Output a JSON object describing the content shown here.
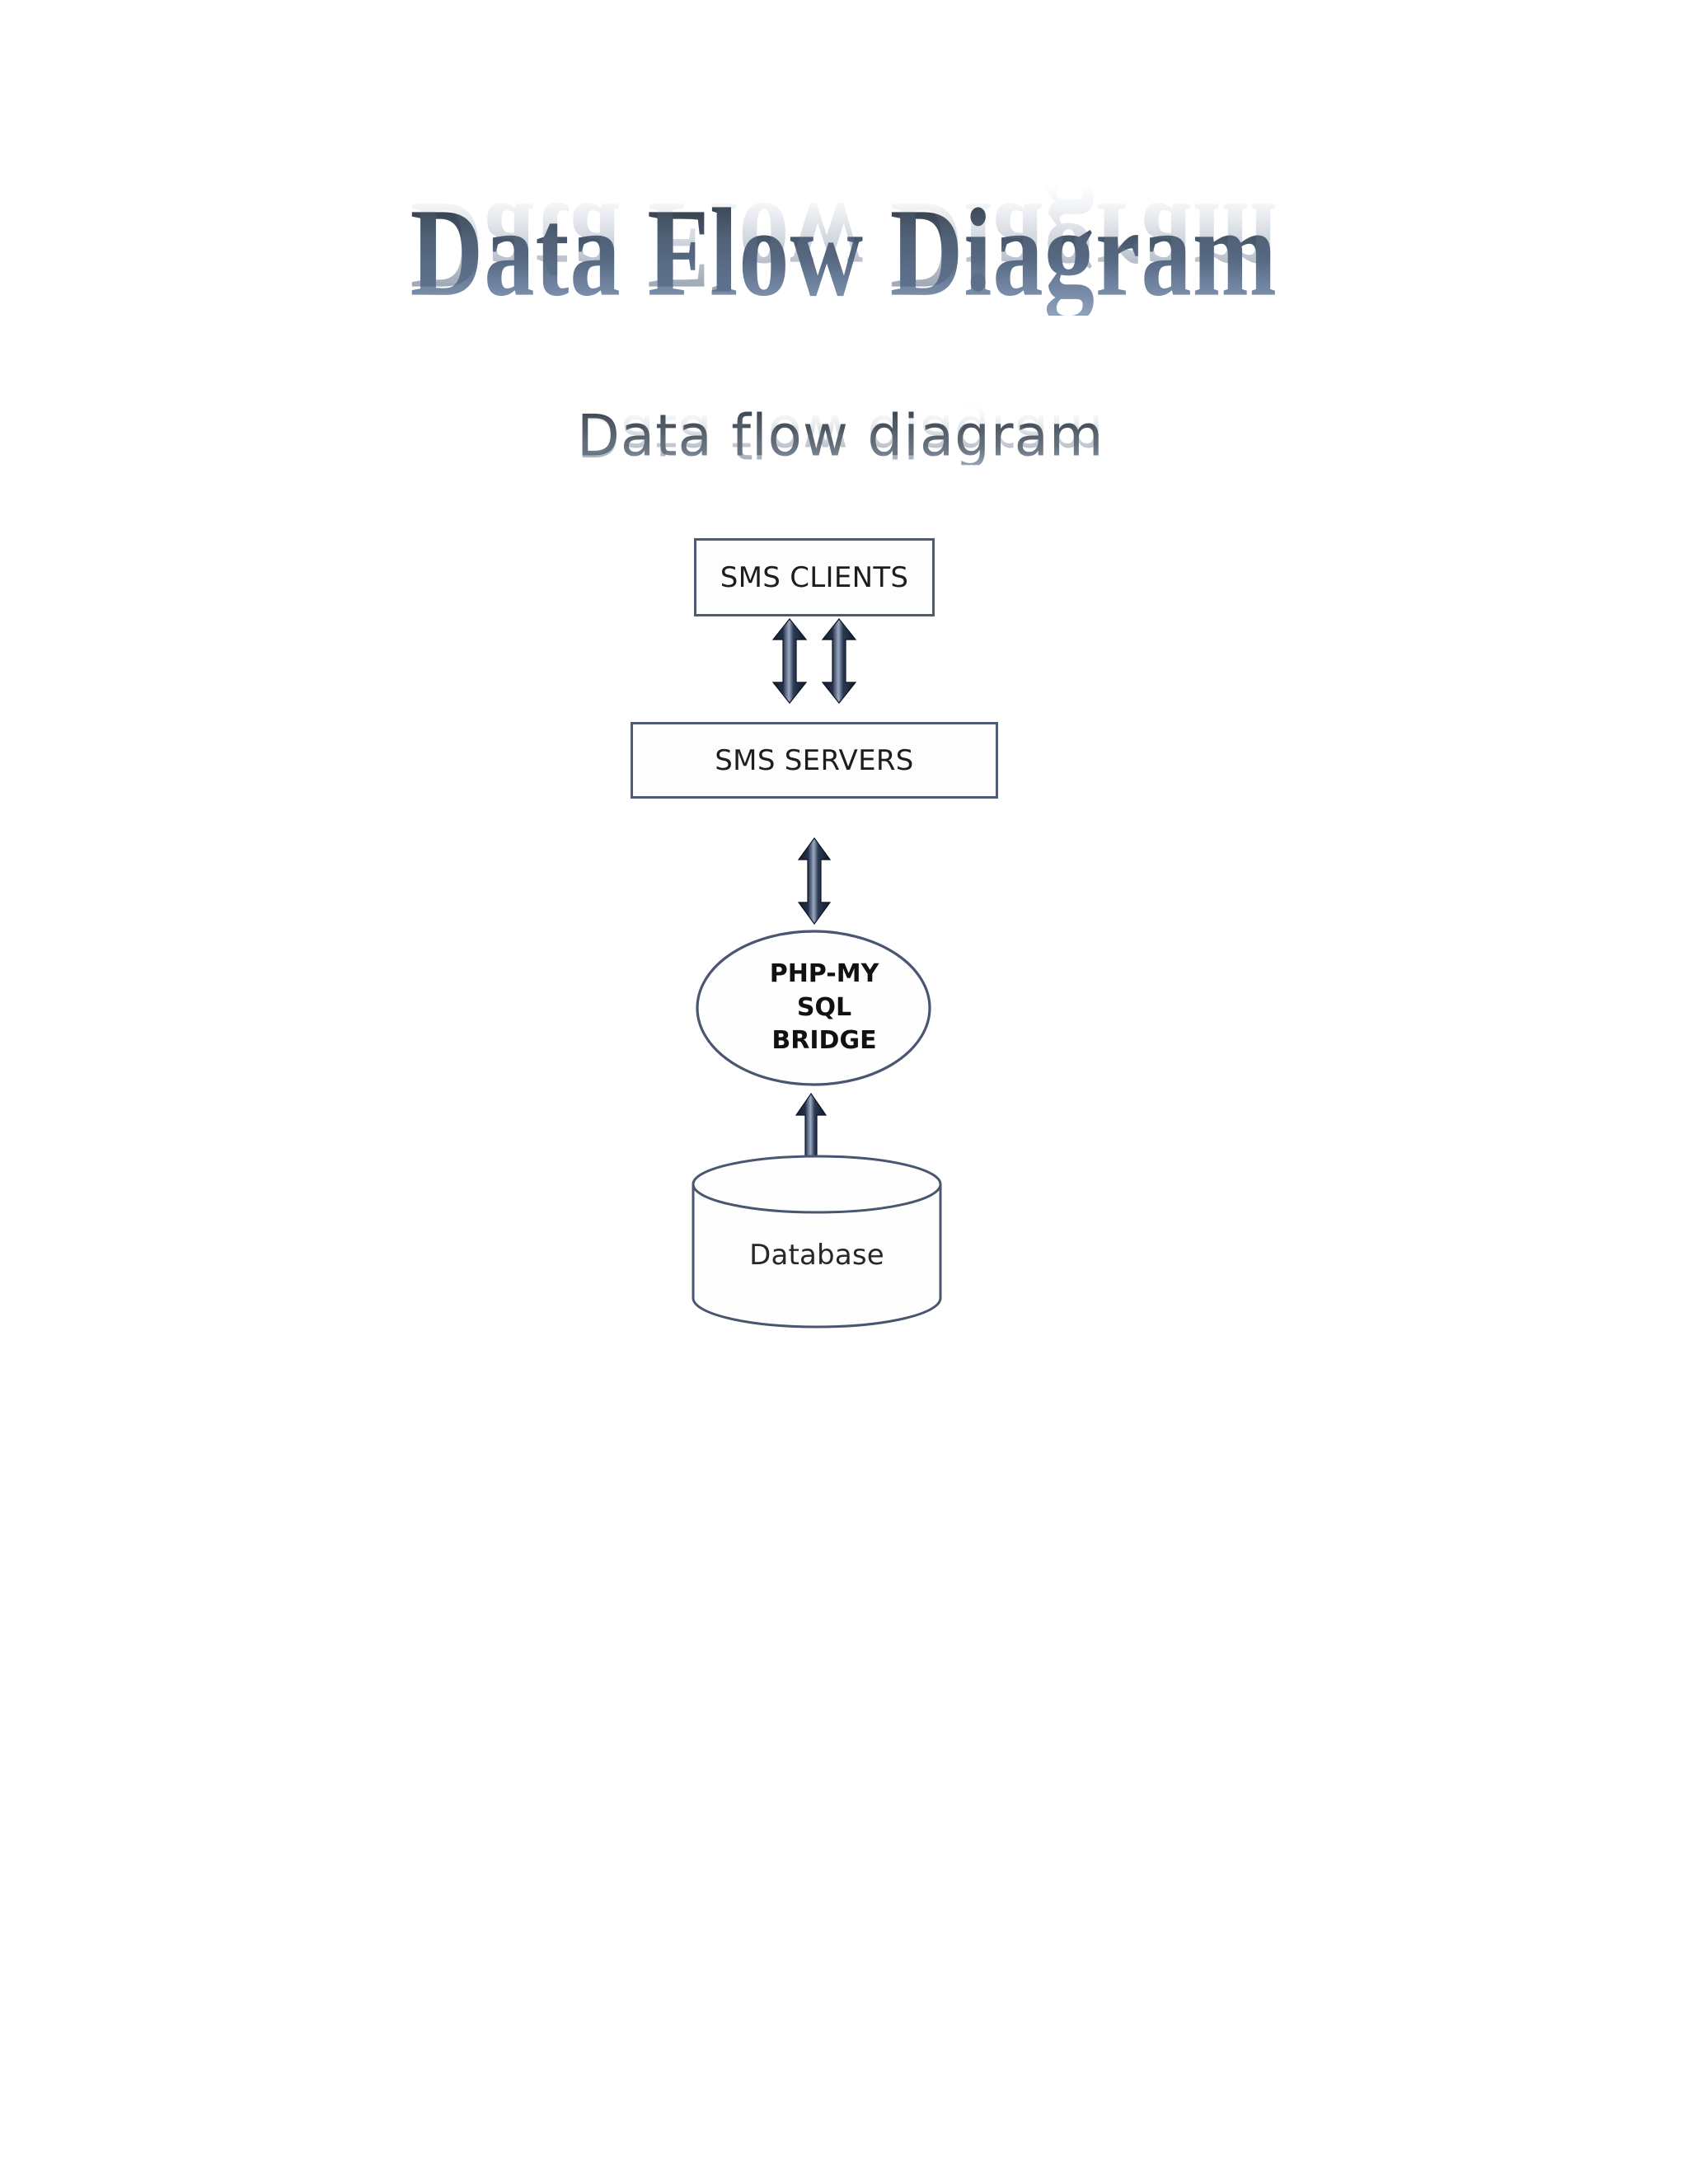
{
  "document": {
    "title": "Data Flow Diagram",
    "subtitle": "Data flow diagram",
    "background_color": "#ffffff"
  },
  "theme": {
    "shape_border_color": "#4f5b72",
    "shape_fill_color": "#fdfdfd",
    "arrow_color": "#1b2436",
    "arrow_highlight_color": "#8e9bb4",
    "title_gradient_top": "#2f3944",
    "title_gradient_bottom": "#8fa3bd",
    "subtitle_gradient_top": "#3e4751",
    "subtitle_gradient_bottom": "#98a3b0",
    "text_color": "#1d1d1d"
  },
  "diagram": {
    "type": "data-flow-diagram",
    "nodes": [
      {
        "id": "sms-clients",
        "label": "SMS CLIENTS",
        "shape": "rectangle"
      },
      {
        "id": "sms-servers",
        "label": "SMS SERVERS",
        "shape": "rectangle"
      },
      {
        "id": "php-my-sql-bridge",
        "shape": "ellipse",
        "label_lines": [
          "PHP-MY",
          "SQL",
          "BRIDGE"
        ],
        "line1": "PHP-MY",
        "line2": "SQL",
        "line3": "BRIDGE"
      },
      {
        "id": "database",
        "label": "Database",
        "shape": "cylinder"
      }
    ],
    "edges": [
      {
        "id": "clients-servers-left",
        "from": "sms-clients",
        "to": "sms-servers",
        "direction": "bidirectional",
        "label": ""
      },
      {
        "id": "clients-servers-right",
        "from": "sms-clients",
        "to": "sms-servers",
        "direction": "bidirectional",
        "label": ""
      },
      {
        "id": "servers-bridge",
        "from": "sms-servers",
        "to": "php-my-sql-bridge",
        "direction": "bidirectional",
        "label": ""
      },
      {
        "id": "bridge-database",
        "from": "php-my-sql-bridge",
        "to": "database",
        "direction": "bidirectional",
        "label": ""
      }
    ]
  }
}
